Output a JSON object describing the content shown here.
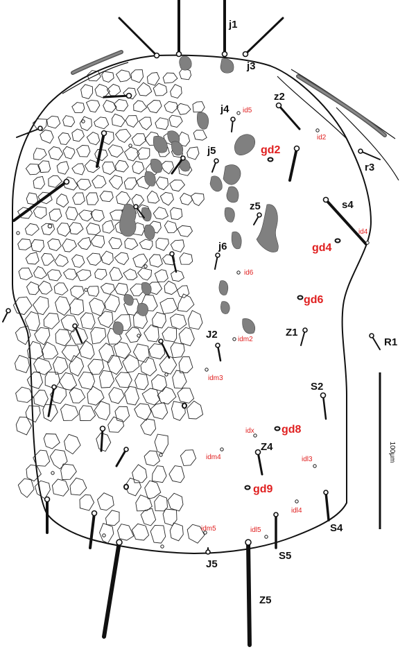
{
  "setae_labels": [
    "j1",
    "j3",
    "j4",
    "z2",
    "j5",
    "r3",
    "s4",
    "z5",
    "j6",
    "Z1",
    "R1",
    "J2",
    "S2",
    "Z4",
    "S4",
    "S5",
    "J5",
    "Z5"
  ],
  "gland_labels": [
    "gd2",
    "gd4",
    "gd6",
    "gd8",
    "gd9"
  ],
  "pore_labels": [
    "id5",
    "id2",
    "id4",
    "id6",
    "idm2",
    "idm3",
    "idx",
    "idm4",
    "idl3",
    "idl4",
    "idm5",
    "idl5"
  ],
  "scale_bar": {
    "label": "100μm"
  },
  "colors": {
    "outline": "#111111",
    "spots": "#808080",
    "gland_label": "#e02020",
    "pore_label": "#e02020"
  }
}
